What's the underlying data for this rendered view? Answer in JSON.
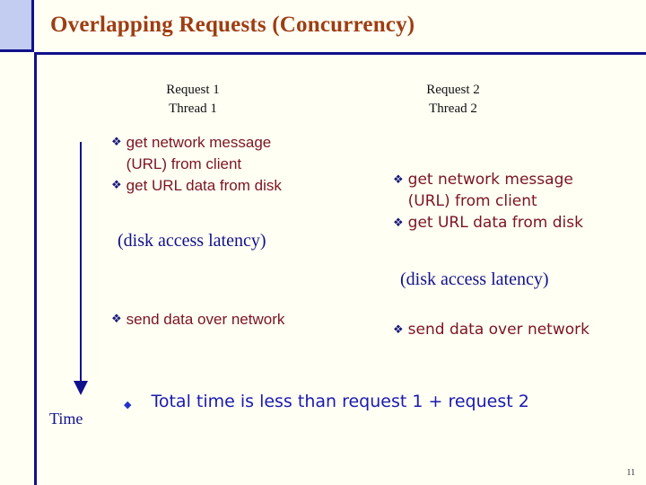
{
  "slide": {
    "title": "Overlapping Requests (Concurrency)",
    "page_number": "11",
    "background_color": "#fffff4",
    "accent_navy": "#11118c",
    "accent_title": "#9e3d14",
    "accent_bullet_text": "#7b1422",
    "accent_conclusion": "#1a1ab0",
    "deco_box_color": "#c3cdf2"
  },
  "columns": {
    "left": {
      "request_label": "Request 1",
      "thread_label": "Thread 1"
    },
    "right": {
      "request_label": "Request 2",
      "thread_label": "Thread 2"
    }
  },
  "thread_left": {
    "bullet_glyph": "❖",
    "steps": [
      "get network message\n(URL) from client",
      "get URL data from disk"
    ],
    "latency_note": "(disk access latency)",
    "final_step": "send data over network"
  },
  "thread_right": {
    "bullet_glyph": "❖",
    "steps": [
      "get network message\n(URL) from client",
      "get URL data from disk"
    ],
    "latency_note": "(disk access latency)",
    "final_step": "send data over network"
  },
  "time_axis": {
    "label": "Time",
    "arrow_icon": "down-arrow-icon"
  },
  "conclusion": {
    "bullet_glyph": "◆",
    "text": "Total time is less than request 1 + request 2"
  }
}
